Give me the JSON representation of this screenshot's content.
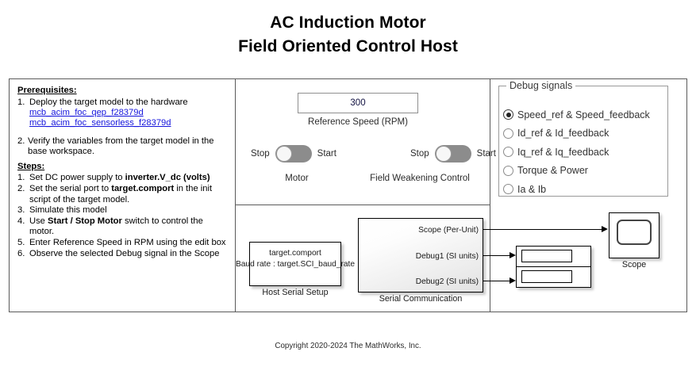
{
  "title": {
    "line1": "AC Induction Motor",
    "line2": "Field Oriented Control Host"
  },
  "instructions": {
    "prerequisites_heading": "Prerequisites:",
    "prereq_1_num": "1.",
    "prereq_1_text": "Deploy the target model to the hardware",
    "link_1": "mcb_acim_foc_qep_f28379d",
    "link_2": "mcb_acim_foc_sensorless_f28379d",
    "prereq_2_num": "2.",
    "prereq_2_text": "Verify the variables from the target model in the base workspace.",
    "steps_heading": "Steps:",
    "steps": [
      {
        "num": "1.",
        "pre": "Set DC power supply to ",
        "bold": "inverter.V_dc (volts)",
        "post": ""
      },
      {
        "num": "2.",
        "pre": "Set the serial port to ",
        "bold": "target.comport",
        "post": " in the init script of the target model."
      },
      {
        "num": "3.",
        "pre": "Simulate this model",
        "bold": "",
        "post": ""
      },
      {
        "num": "4.",
        "pre": "Use ",
        "bold": "Start / Stop Motor",
        "post": " switch to control the motor."
      },
      {
        "num": "5.",
        "pre": "Enter Reference Speed in RPM using the edit box",
        "bold": "",
        "post": ""
      },
      {
        "num": "6.",
        "pre": "Observe the selected Debug signal in the Scope",
        "bold": "",
        "post": ""
      }
    ]
  },
  "controls": {
    "reference_speed_value": "300",
    "reference_speed_label": "Reference Speed (RPM)",
    "motor_switch": {
      "off_label": "Stop",
      "on_label": "Start",
      "caption": "Motor",
      "state": "Stop"
    },
    "fwc_switch": {
      "off_label": "Stop",
      "on_label": "Start",
      "caption": "Field Weakening Control",
      "state": "Stop"
    }
  },
  "debug_signals": {
    "group_title": "Debug signals",
    "options": [
      {
        "label": "Speed_ref & Speed_feedback",
        "selected": true
      },
      {
        "label": "Id_ref & Id_feedback",
        "selected": false
      },
      {
        "label": "Iq_ref & Iq_feedback",
        "selected": false
      },
      {
        "label": "Torque & Power",
        "selected": false
      },
      {
        "label": "Ia & Ib",
        "selected": false
      }
    ]
  },
  "diagram": {
    "host_serial_setup": {
      "inner_line1": "target.comport",
      "inner_line2": "Baud rate : target.SCI_baud_rate",
      "label": "Host Serial Setup"
    },
    "serial_communication": {
      "label": "Serial Communication",
      "ports": [
        "Scope (Per-Unit)",
        "Debug1 (SI units)",
        "Debug2 (SI units)"
      ]
    },
    "scope": {
      "label": "Scope"
    },
    "display": {
      "label": ""
    }
  },
  "footer": {
    "copyright": "Copyright 2020-2024 The MathWorks, Inc."
  },
  "colors": {
    "link": "#1414dc",
    "frame": "#5a5a5a",
    "switch_track": "#8c8c8c",
    "value_text": "#101040"
  }
}
